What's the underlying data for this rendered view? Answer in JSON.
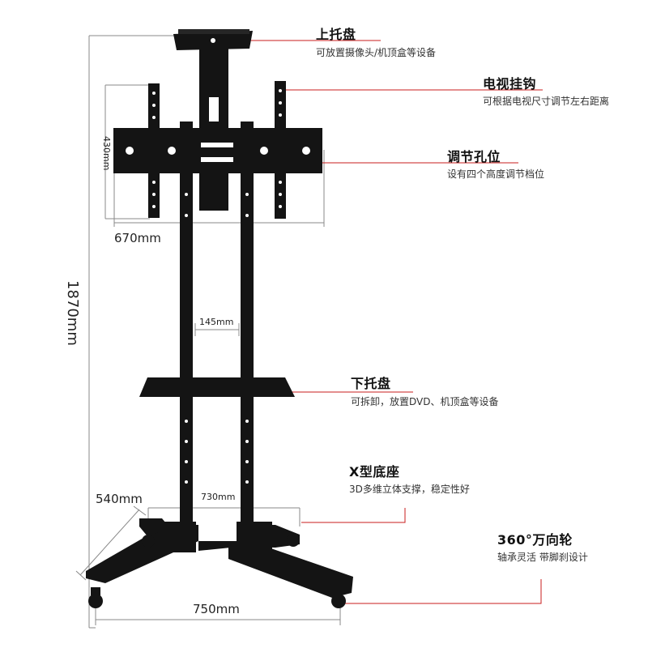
{
  "callouts": {
    "top_tray": {
      "title": "上托盘",
      "desc": "可放置摄像头/机顶盒等设备"
    },
    "tv_hook": {
      "title": "电视挂钩",
      "desc": "可根据电视尺寸调节左右距离"
    },
    "adjust": {
      "title": "调节孔位",
      "desc": "设有四个高度调节档位"
    },
    "lower_tray": {
      "title": "下托盘",
      "desc": "可拆卸，放置DVD、机顶盒等设备"
    },
    "base": {
      "title": "X型底座",
      "desc": "3D多维立体支撑，稳定性好"
    },
    "wheel": {
      "title": "360°万向轮",
      "desc": "轴承灵活 带脚刹设计"
    }
  },
  "dimensions": {
    "total_height": "1870mm",
    "bracket_height": "430mm",
    "bracket_width": "670mm",
    "pole_gap": "145mm",
    "base_depth": "540mm",
    "base_inner": "730mm",
    "base_width": "750mm"
  },
  "colors": {
    "accent_line": "#c81e1e",
    "product": "#141414",
    "dim_line": "#888888"
  }
}
